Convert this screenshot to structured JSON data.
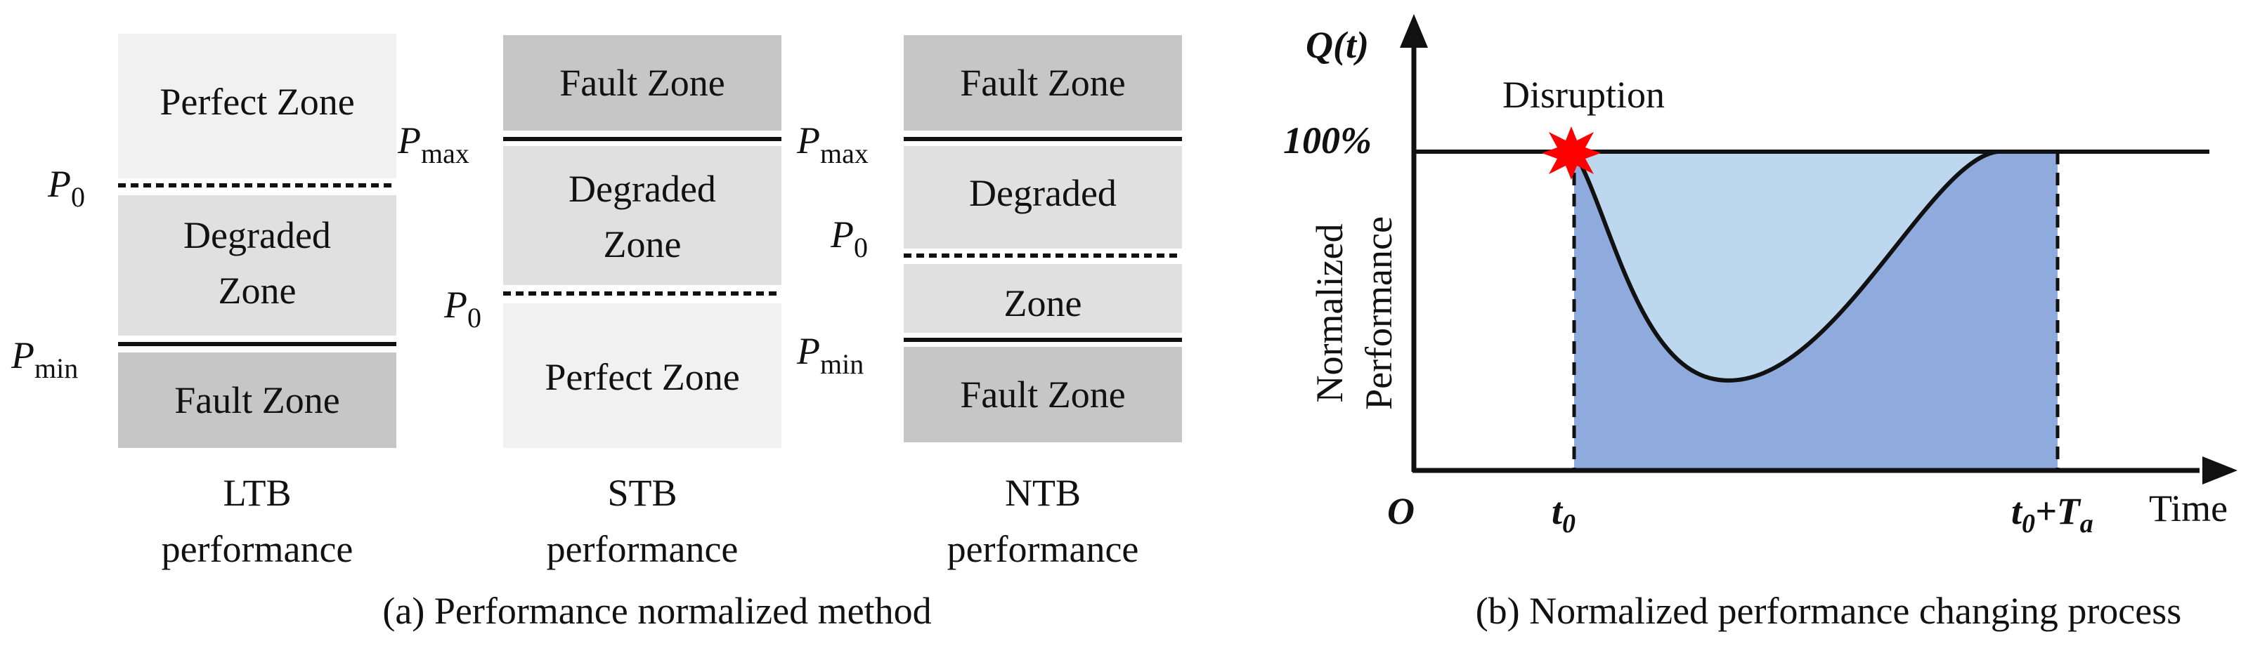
{
  "colors": {
    "fault": "#c6c6c6",
    "degraded": "#e0e0e0",
    "perfect": "#f1f1f1",
    "area_dark": "#8faadc",
    "area_light": "#bdd7ee",
    "star": "#ff0000"
  },
  "panel_a": {
    "caption": "(a) Performance normalized method",
    "columns": [
      {
        "name": "LTB",
        "label_line1": "LTB",
        "label_line2": "performance",
        "zones": [
          {
            "type": "perfect",
            "lines": [
              "Perfect Zone"
            ]
          },
          {
            "type": "degraded",
            "lines": [
              "Degraded",
              "Zone"
            ]
          },
          {
            "type": "fault",
            "lines": [
              "Fault Zone"
            ]
          }
        ],
        "markers": [
          {
            "sym": "P",
            "sub": "0",
            "style": "dashed"
          },
          {
            "sym": "P",
            "sub": "min",
            "style": "solid"
          }
        ]
      },
      {
        "name": "STB",
        "label_line1": "STB",
        "label_line2": "performance",
        "zones": [
          {
            "type": "fault",
            "lines": [
              "Fault Zone"
            ]
          },
          {
            "type": "degraded",
            "lines": [
              "Degraded",
              "Zone"
            ]
          },
          {
            "type": "perfect",
            "lines": [
              "Perfect Zone"
            ]
          }
        ],
        "markers": [
          {
            "sym": "P",
            "sub": "max",
            "style": "solid"
          },
          {
            "sym": "P",
            "sub": "0",
            "style": "dashed"
          }
        ]
      },
      {
        "name": "NTB",
        "label_line1": "NTB",
        "label_line2": "performance",
        "zones": [
          {
            "type": "fault",
            "lines": [
              "Fault Zone"
            ]
          },
          {
            "type": "degraded",
            "lines": [
              "Degraded"
            ]
          },
          {
            "type": "degraded",
            "lines": [
              "Zone"
            ]
          },
          {
            "type": "fault",
            "lines": [
              "Fault Zone"
            ]
          }
        ],
        "markers": [
          {
            "sym": "P",
            "sub": "max",
            "style": "solid"
          },
          {
            "sym": "P",
            "sub": "0",
            "style": "dashed"
          },
          {
            "sym": "P",
            "sub": "min",
            "style": "solid"
          }
        ]
      }
    ]
  },
  "panel_b": {
    "caption": "(b) Normalized performance changing process",
    "y_axis_title": "Q(t)",
    "y_axis_label_line1": "Normalized",
    "y_axis_label_line2": "Performance",
    "level_label": "100%",
    "event_label": "Disruption",
    "origin_label": "O",
    "t0_label": "t",
    "t0_sub": "0",
    "tend_label": "t",
    "tend_sub": "0",
    "tend_plus": "+T",
    "tend_plus_sub": "a",
    "x_axis_label": "Time"
  }
}
